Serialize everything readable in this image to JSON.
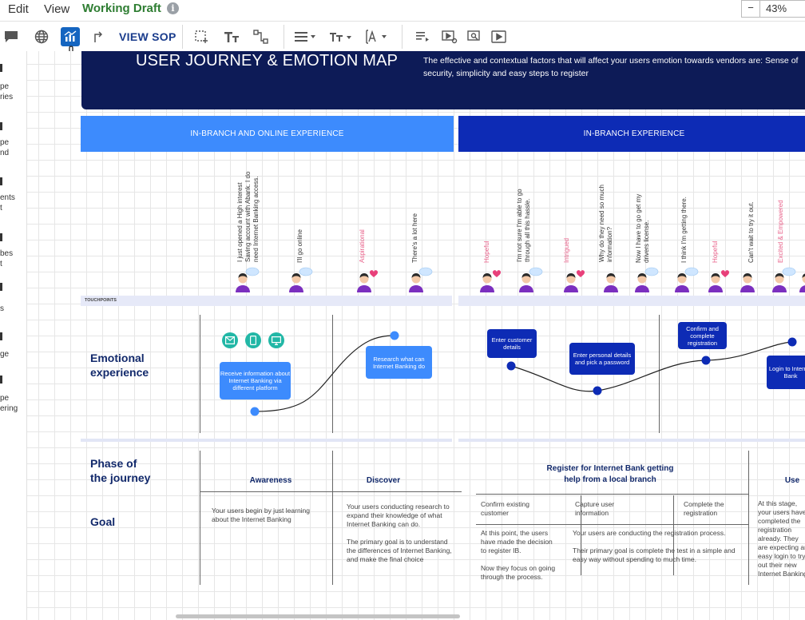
{
  "menu": {
    "edit": "Edit",
    "view": "View",
    "title": "Working Draft",
    "info": "i"
  },
  "zoom": {
    "minus": "−",
    "level": "43%"
  },
  "toolbar": {
    "view_sop": "VIEW SOP"
  },
  "left_panel": {
    "items": [
      [
        "pe",
        "ries"
      ],
      [
        "pe",
        "nd"
      ],
      [
        "ents",
        "t"
      ],
      [
        "bes",
        "t"
      ],
      [
        "s"
      ],
      [
        "ge"
      ],
      [
        "pe",
        "ering"
      ]
    ]
  },
  "map": {
    "title": "USER JOURNEY & EMOTION MAP",
    "description": "The effective and contextual factors that will affect your users emotion towards vendors are: Sense of security, simplicity and easy steps to register",
    "phases": [
      "IN-BRANCH AND ONLINE EXPERIENCE",
      "IN-BRANCH EXPERIENCE"
    ],
    "quotes": [
      {
        "text": "I just opened a High interest\nSaving account with Abank. I do\nneed Internet Banking access.",
        "emotion": false
      },
      {
        "text": "I'll go online",
        "emotion": false
      },
      {
        "text": "Aspirational",
        "emotion": true
      },
      {
        "text": "There's a lot here",
        "emotion": false
      },
      {
        "text": "Hopeful",
        "emotion": true
      },
      {
        "text": "I'm not sure I'm able to go\nthrough all this hassle.",
        "emotion": false
      },
      {
        "text": "Intrigued",
        "emotion": true
      },
      {
        "text": "Why do they need so much\ninformation?",
        "emotion": false
      },
      {
        "text": "Now I have to go get my\ndrivers license.",
        "emotion": false
      },
      {
        "text": "I think I'm getting there.",
        "emotion": false
      },
      {
        "text": "Hopeful",
        "emotion": true
      },
      {
        "text": "Can't wait to try it out.",
        "emotion": false
      },
      {
        "text": "Excited & Empowered",
        "emotion": true
      }
    ],
    "touchpoints_label": "TOUCHPOINTS",
    "rows": {
      "emotional": "Emotional\nexperience",
      "phase": "Phase of\nthe journey",
      "goal": "Goal"
    },
    "nodes": {
      "receive": "Receive information about Internet Banking via different platform",
      "research": "Research what can Internet Banking do",
      "enter_customer": "Enter customer details",
      "enter_personal": "Enter personal details and pick a password",
      "confirm": "Confirm and complete registration",
      "login": "Login to Internet Bank"
    },
    "journey_phases": {
      "awareness": "Awareness",
      "discover": "Discover",
      "register": "Register for Internet Bank getting\nhelp from a local branch",
      "use": "Use"
    },
    "sub_goals": [
      "Confirm existing customer",
      "Capture user information",
      "Complete the registration"
    ],
    "goals": {
      "awareness": "Your users begin by just learning about the Internet Banking",
      "discover": "Your users conducting research to expand their knowledge of what Internet Banking can do.\n\nThe primary goal is to understand the differences of Internet Banking, and make the final choice",
      "confirm": "At this point, the users have made the decision to register IB.\n\nNow they focus on going through the process.",
      "capture": "Your users are conducting the registration process.\n\nTheir primary goal is complete the test in a simple and easy way without spending to much time.",
      "use": "At this stage, your users have completed the registration already. They are expecting an easy login to try out their new Internet Banking"
    }
  },
  "colors": {
    "banner": "#0d1b57",
    "phase_light": "#3d8bfd",
    "phase_dark": "#0d2bb5",
    "teal": "#22b7a6",
    "brand_green": "#2e7d32"
  }
}
